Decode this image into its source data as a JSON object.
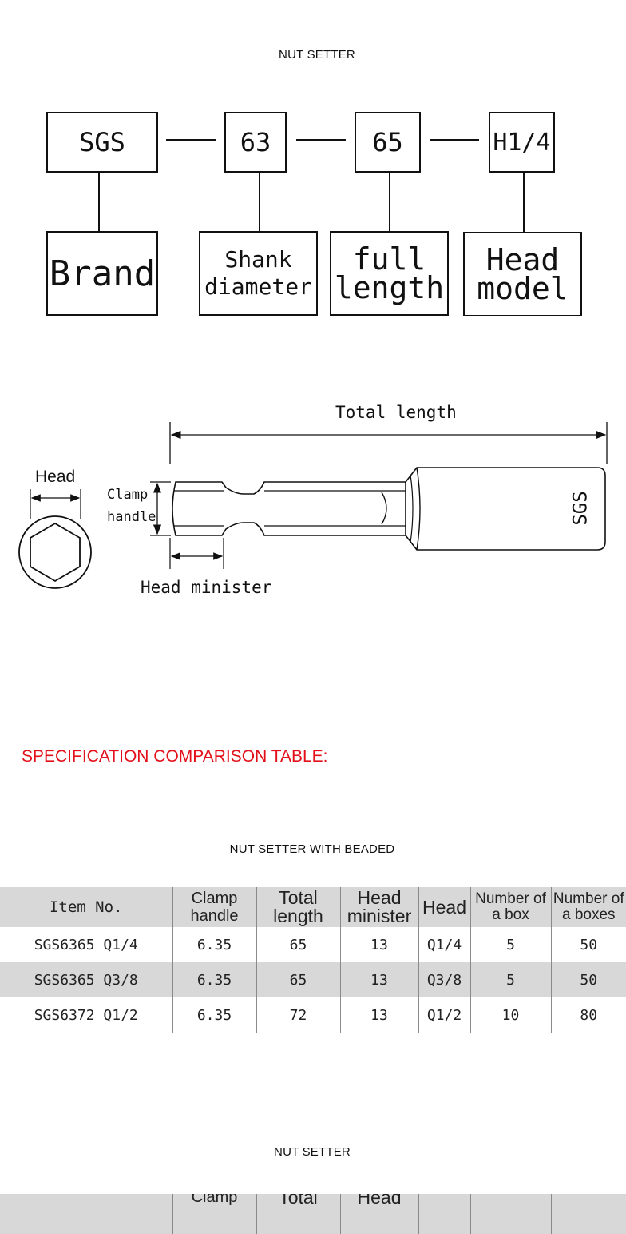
{
  "title_top": "NUT SETTER",
  "code_boxes": [
    "SGS",
    "63",
    "65",
    "H1/4"
  ],
  "meaning_boxes": {
    "brand": "Brand",
    "shank_1": "Shank",
    "shank_2": "diameter",
    "full_1": "full",
    "full_2": "length",
    "head_1": "Head",
    "head_2": "model"
  },
  "diagram": {
    "total_length": "Total length",
    "head": "Head",
    "clamp_1": "Clamp",
    "clamp_2": "handle",
    "head_minister": "Head minister",
    "brand_mark": "SGS"
  },
  "spec_heading": "SPECIFICATION COMPARISON TABLE:",
  "table_title": "NUT SETTER WITH BEADED",
  "table": {
    "headers": {
      "item": "Item No.",
      "clamp_1": "Clamp",
      "clamp_2": "handle",
      "total_1": "Total",
      "total_2": "length",
      "minister_1": "Head",
      "minister_2": "minister",
      "head": "Head",
      "box_1": "Number of",
      "box_2": "a box",
      "boxes_1": "Number of",
      "boxes_2": "a boxes"
    },
    "rows": [
      {
        "item": "SGS6365 Q1/4",
        "clamp": "6.35",
        "total": "65",
        "minister": "13",
        "head": "Q1/4",
        "box": "5",
        "boxes": "50"
      },
      {
        "item": "SGS6365 Q3/8",
        "clamp": "6.35",
        "total": "65",
        "minister": "13",
        "head": "Q3/8",
        "box": "5",
        "boxes": "50"
      },
      {
        "item": "SGS6372 Q1/2",
        "clamp": "6.35",
        "total": "72",
        "minister": "13",
        "head": "Q1/2",
        "box": "10",
        "boxes": "80"
      }
    ]
  },
  "title_bottom": "NUT SETTER",
  "bottom_headers": {
    "clamp_1": "Clamp",
    "total_1": "Total",
    "minister_1": "Head"
  }
}
